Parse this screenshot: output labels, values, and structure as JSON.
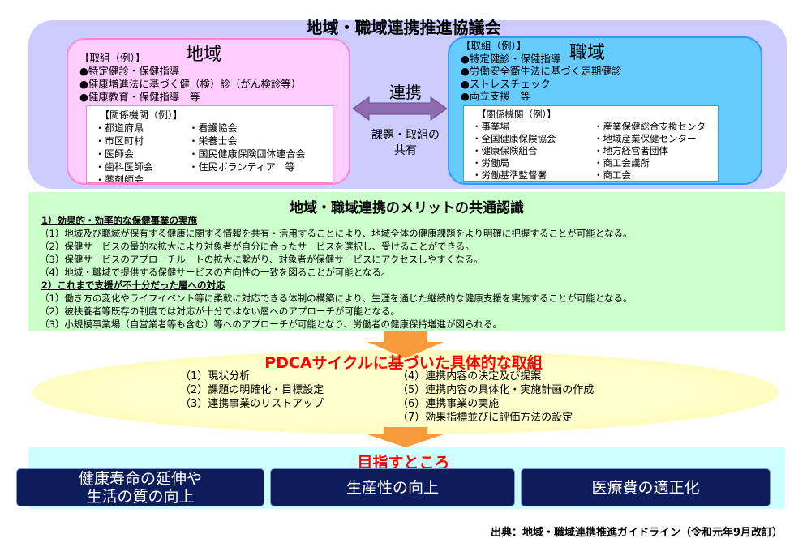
{
  "council": {
    "title": "地域・職域連携推進協議会"
  },
  "region": {
    "title": "地域",
    "efforts_label": "【取組（例）】",
    "efforts": [
      "●特定健診・保健指導",
      "●健康増進法に基づく健（検）診（がん検診等）",
      "●健康教育・保健指導　等"
    ],
    "orgs_label": "【関係機関（例）】",
    "orgs": [
      "・都道府県",
      "・看護協会",
      "・市区町村",
      "・栄養士会",
      "・医師会",
      "・国民健康保険団体連合会",
      "・歯科医師会",
      "・住民ボランティア　等",
      "・薬剤師会",
      ""
    ]
  },
  "work": {
    "title": "職域",
    "efforts_label": "【取組（例）】",
    "efforts": [
      "●特定健診・保健指導",
      "●労働安全衛生法に基づく定期健診",
      "●ストレスチェック",
      "●両立支援　等"
    ],
    "orgs_label": "【関係機関（例）】",
    "orgs": [
      "・事業場",
      "・産業保健総合支援センター",
      "・全国健康保険協会",
      "・地域産業保健センター",
      "・健康保険組合",
      "・地方経営者団体",
      "・労働局",
      "・商工会議所",
      "・労働基準監督署",
      "・商工会"
    ]
  },
  "link": {
    "label": "連携",
    "share_line1": "課題・取組の",
    "share_line2": "共有",
    "arrow_color": "#8e6bb0"
  },
  "merit": {
    "title": "地域・職域連携のメリットの共通認識",
    "sections": [
      {
        "heading": "1）効果的・効率的な保健事業の実施",
        "items": [
          "（1）地域及び職域が保有する健康に関する情報を共有・活用することにより、地域全体の健康課題をより明確に把握することが可能となる。",
          "（2）保健サービスの量的な拡大により対象者が自分に合ったサービスを選択し、受けることができる。",
          "（3）保健サービスのアプローチルートの拡大に繋がり、対象者が保健サービスにアクセスしやすくなる。",
          "（4）地域・職域で提供する保健サービスの方向性の一致を図ることが可能となる。"
        ]
      },
      {
        "heading": "2）これまで支援が不十分だった層への対応",
        "items": [
          "（1）働き方の変化やライフイベント等に柔軟に対応できる体制の構築により、生涯を通じた継続的な健康支援を実施することが可能となる。",
          "（2）被扶養者等既存の制度では対応が十分ではない層へのアプローチが可能となる。",
          "（3）小規模事業場（自営業者等も含む）等へのアプローチが可能となり、労働者の健康保持増進が図られる。"
        ]
      }
    ]
  },
  "pdca": {
    "title": "PDCAサイクルに基づいた具体的な取組",
    "left": [
      "（1）現状分析",
      "（2）課題の明確化・目標設定",
      "（3）連携事業のリストアップ"
    ],
    "right": [
      "（4）連携内容の決定及び提案",
      "（5）連携内容の具体化・実施計画の作成",
      "（6）連携事業の実施",
      "（7）効果指標並びに評価方法の設定"
    ]
  },
  "goal": {
    "title": "目指すところ",
    "boxes": [
      {
        "line1": "健康寿命の延伸や",
        "line2": "生活の質の向上"
      },
      {
        "line1": "生産性の向上",
        "line2": ""
      },
      {
        "line1": "医療費の適正化",
        "line2": ""
      }
    ]
  },
  "source": "出典：地域・職域連携推進ガイドライン（令和元年9月改訂）",
  "colors": {
    "title_red": "#ff0000",
    "navy": "#0d1d5c",
    "arrow_orange": "#f79a3a"
  }
}
